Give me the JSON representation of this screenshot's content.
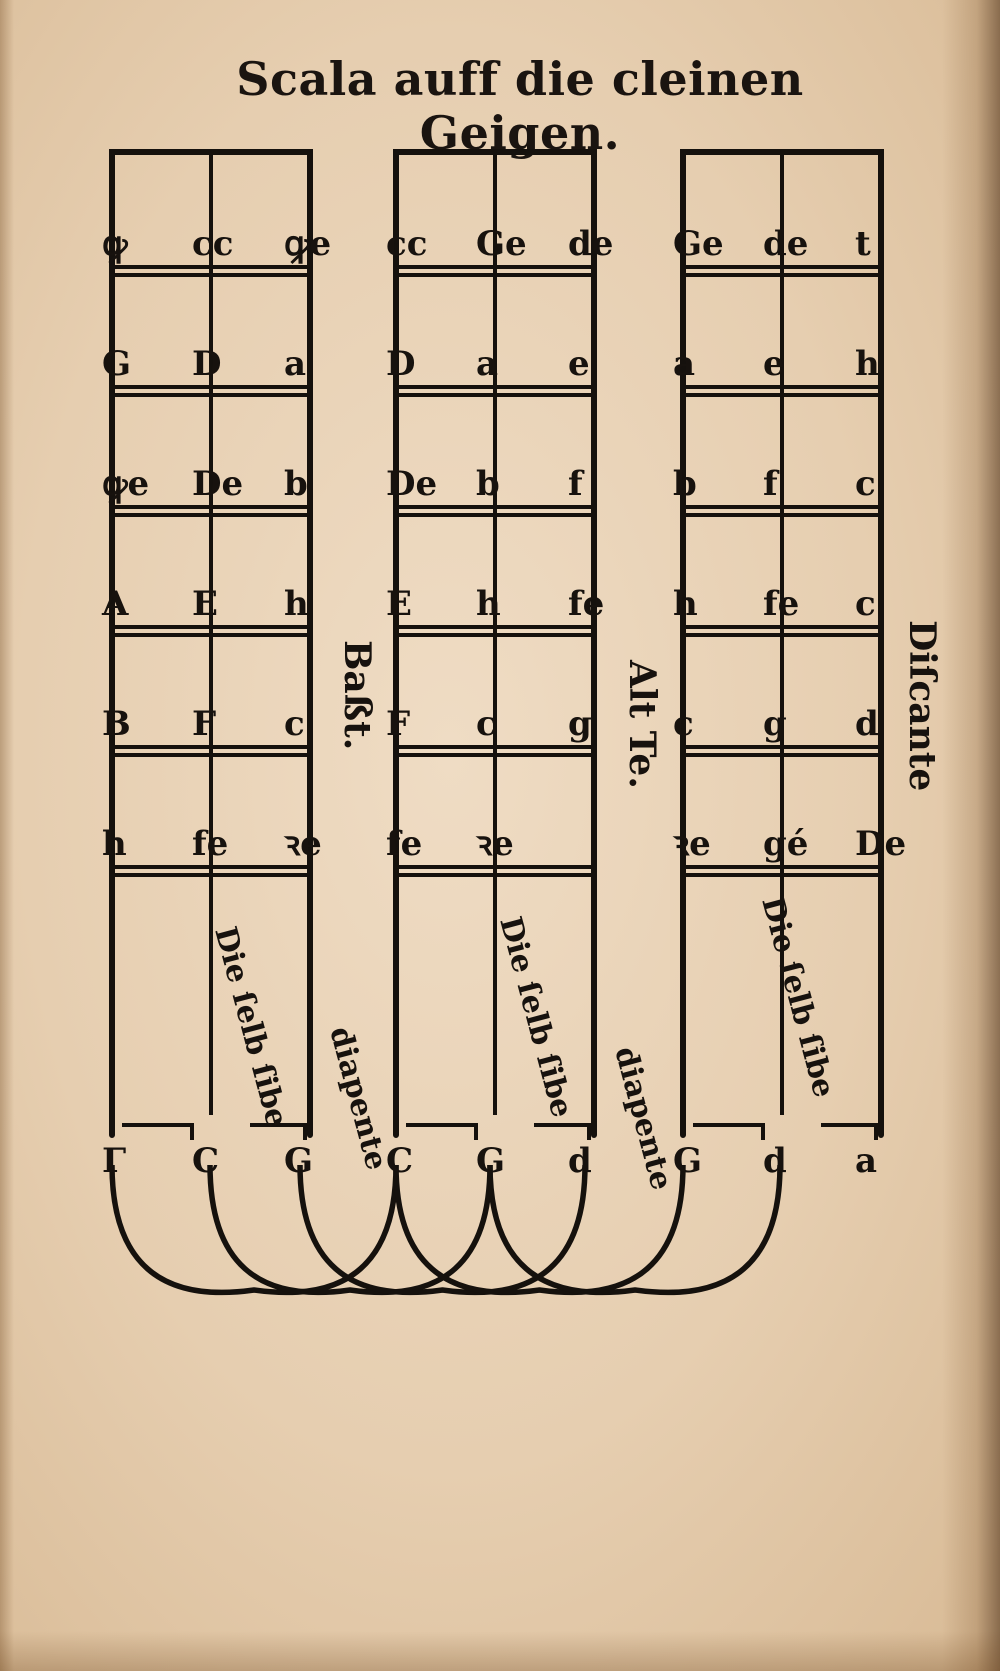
{
  "title": "Scala auff die cleinen Geigen.",
  "instruments": [
    {
      "name": "Baßt.",
      "rows": [
        [
          "ꝙ",
          "cc",
          "ꝙe"
        ],
        [
          "G",
          "D",
          "a"
        ],
        [
          "ꝙe",
          "De",
          "b"
        ],
        [
          "A",
          "E",
          "h"
        ],
        [
          "B",
          "F",
          "c"
        ],
        [
          "h",
          "fe",
          "ꝛe"
        ]
      ],
      "bottom": [
        "Γ",
        "C",
        "G"
      ],
      "octave_label": "Die ſelb ſibe",
      "fifth_label": "diapente"
    },
    {
      "name": "Alt Te.",
      "rows": [
        [
          "cc",
          "Ge",
          "de"
        ],
        [
          "D",
          "a",
          "e"
        ],
        [
          "De",
          "b",
          "f"
        ],
        [
          "E",
          "h",
          "fe"
        ],
        [
          "F",
          "c",
          "g"
        ],
        [
          "fe",
          "ꝛe",
          ""
        ]
      ],
      "bottom": [
        "C",
        "G",
        "d"
      ],
      "octave_label": "Die ſelb ſibe",
      "fifth_label": "diapente"
    },
    {
      "name": "Diſcante",
      "rows": [
        [
          "Ge",
          "de",
          "t"
        ],
        [
          "a",
          "e",
          "h"
        ],
        [
          "b",
          "f",
          "c"
        ],
        [
          "h",
          "fe",
          "c"
        ],
        [
          "c",
          "g",
          "d"
        ],
        [
          "ꝛe",
          "gé",
          "De"
        ]
      ],
      "bottom": [
        "G",
        "d",
        "a"
      ],
      "octave_label": "Die ſelb ſibe",
      "fifth_label": ""
    }
  ]
}
